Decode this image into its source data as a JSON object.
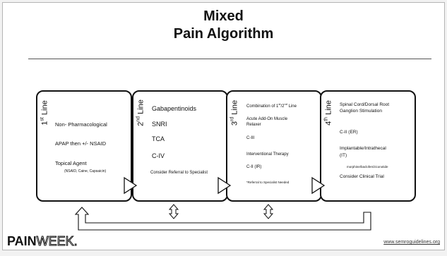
{
  "title": {
    "line1": "Mixed",
    "line2": "Pain Algorithm"
  },
  "boxes": [
    {
      "label_num": "1",
      "label_sup": "st",
      "label_word": " Line",
      "items": {
        "a": "Non- Pharmacological",
        "b": "APAP then +/- NSAID",
        "c": "Topical Agent",
        "d": "(NSAID, Caine, Capsaicin)"
      }
    },
    {
      "label_num": "2",
      "label_sup": "nd",
      "label_word": " Line",
      "items": {
        "a": "Gabapentinoids",
        "b": "SNRI",
        "c": "TCA",
        "d": "C-IV",
        "e": "Consider Referral to Specialist"
      }
    },
    {
      "label_num": "3",
      "label_sup": "rd",
      "label_word": " Line",
      "items": {
        "a_pre": "Combination of 1",
        "a_sup1": "st",
        "a_mid": "/2",
        "a_sup2": "nd",
        "a_post": " Line",
        "b1": "Acute Add-On Muscle",
        "b2": "Relaxer",
        "c": "C-III",
        "d": "Interventional Therapy",
        "e": "C-II (IR)",
        "f": "*Referral to Specialist Needed"
      }
    },
    {
      "label_num": "4",
      "label_sup": "th",
      "label_word": " Line",
      "items": {
        "a1": "Spinal Cord/Dorsal Root",
        "a2": "Ganglion Stimulation",
        "b": "C-II (ER)",
        "c1": "Implantable/Intrathecal",
        "c2": "(IT)",
        "d": "morphine/baclofen/ziconotide",
        "e": "Consider Clinical Trial"
      }
    }
  ],
  "footer": {
    "logo_a": "PAIN",
    "logo_b": "WEEK.",
    "url": "www.semroguidelines.org"
  },
  "colors": {
    "stroke": "#111111",
    "background": "#ffffff"
  }
}
